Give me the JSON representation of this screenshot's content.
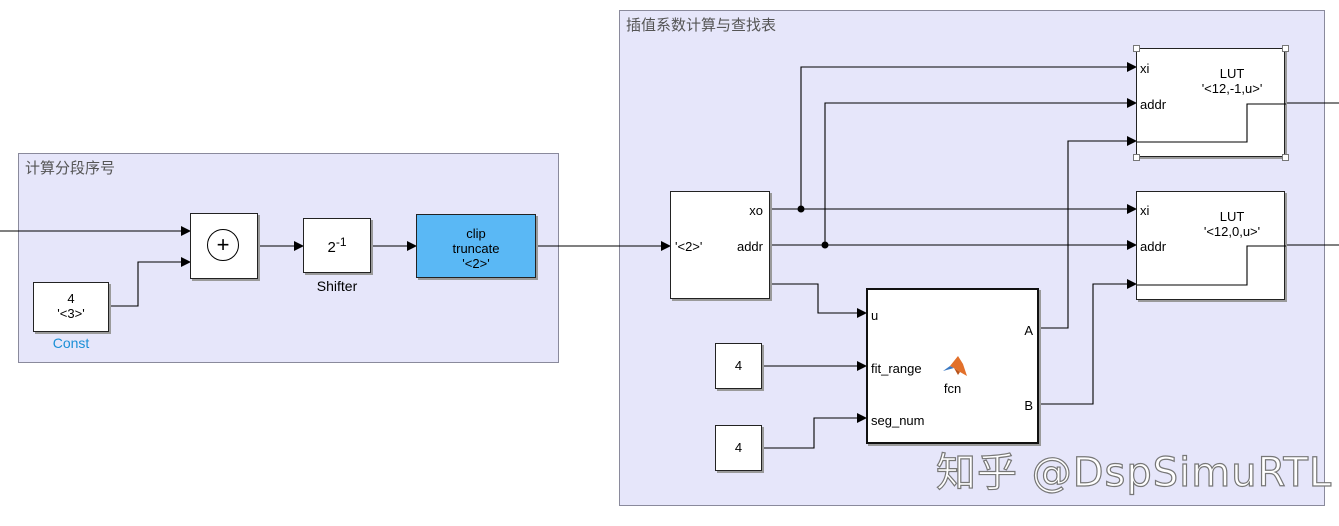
{
  "subsystems": {
    "segment": {
      "title": "计算分段序号"
    },
    "lookup": {
      "title": "插值系数计算与查找表"
    }
  },
  "blocks": {
    "const": {
      "value": "4",
      "type": "'<3>'",
      "name": "Const"
    },
    "sum": {
      "symbol": "+"
    },
    "shifter": {
      "base": "2",
      "exponent": "-1",
      "name": "Shifter"
    },
    "clip": {
      "line1": "clip",
      "line2": "truncate",
      "line3": "'<2>'"
    },
    "split": {
      "in_label": "'<2>'",
      "out_xo": "xo",
      "out_addr": "addr"
    },
    "lut1": {
      "port_xi": "xi",
      "port_addr": "addr",
      "title": "LUT",
      "type": "'<12,-1,u>'"
    },
    "lut2": {
      "port_xi": "xi",
      "port_addr": "addr",
      "title": "LUT",
      "type": "'<12,0,u>'"
    },
    "fcn": {
      "port_u": "u",
      "port_fit": "fit_range",
      "port_seg": "seg_num",
      "port_a": "A",
      "port_b": "B",
      "name": "fcn",
      "icon": "matlab-logo-icon"
    },
    "const_fit": {
      "value": "4"
    },
    "const_seg": {
      "value": "4"
    }
  },
  "colors": {
    "subsystem_bg": "#e6e6fa",
    "highlight_block": "#5ab8f5",
    "const_name": "#1a8fd6"
  },
  "watermark": {
    "text": "知乎 @DspSimuRTL"
  }
}
